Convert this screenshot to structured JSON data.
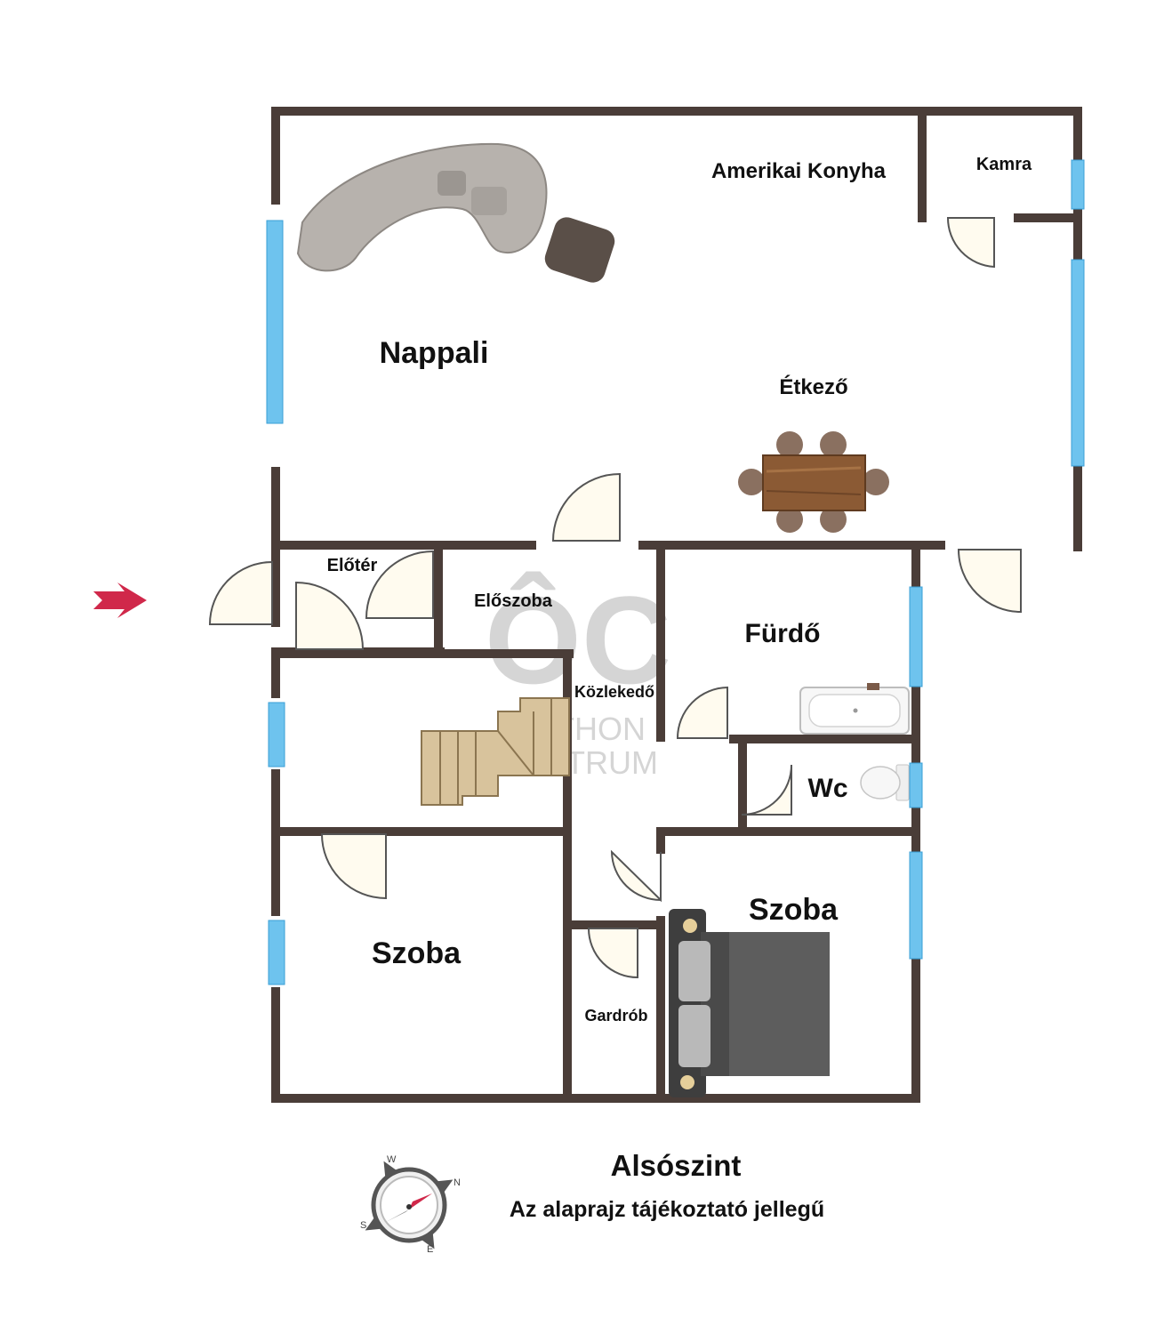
{
  "plan": {
    "rooms": {
      "nappali": "Nappali",
      "amerikai_konyha": "Amerikai Konyha",
      "kamra": "Kamra",
      "etkezo": "Étkező",
      "eloter": "Előtér",
      "eloszoba": "Előszoba",
      "furdo": "Fürdő",
      "kozlekedo": "Közlekedő",
      "wc": "Wc",
      "szoba_left": "Szoba",
      "szoba_right": "Szoba",
      "gardrob": "Gardrób"
    },
    "watermark": {
      "logo": "ÔC",
      "line1": "OTTHON",
      "line2": "CENTRUM"
    },
    "compass": {
      "n": "N",
      "e": "E",
      "s": "S",
      "w": "W"
    },
    "colors": {
      "wall": "#4a3d38",
      "window": "#6ec3ee",
      "entrance_arrow": "#d0284a",
      "door_leaf": "#fffbef"
    }
  },
  "caption": {
    "title": "Alsószint",
    "subtitle": "Az alaprajz tájékoztató jellegű"
  }
}
